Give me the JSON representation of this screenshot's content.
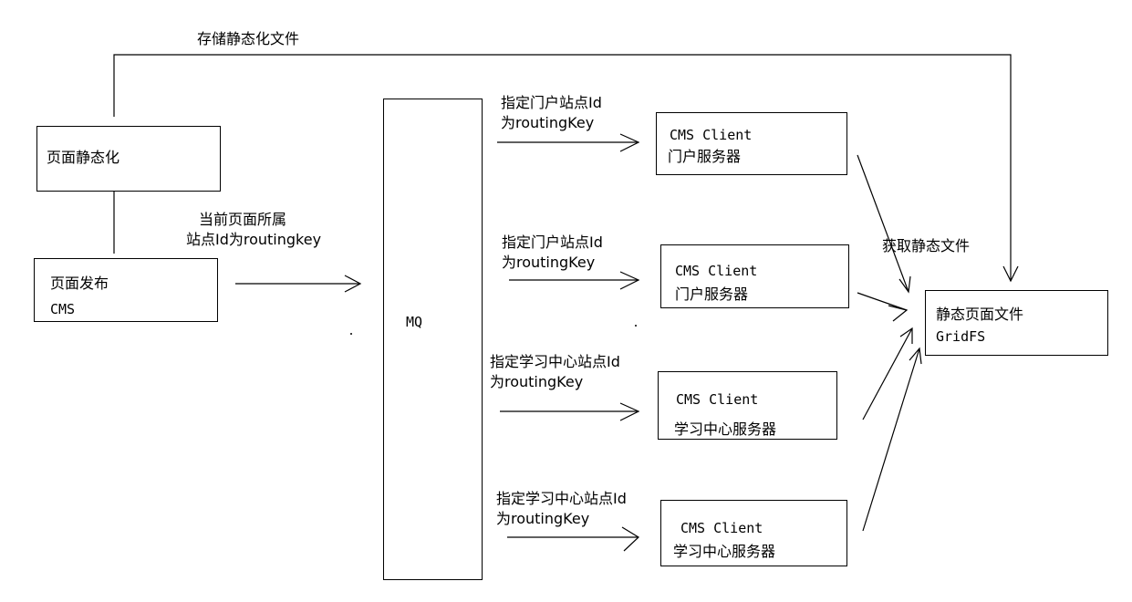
{
  "top_label": "存储静态化文件",
  "static_box": {
    "label": "页面静态化"
  },
  "publish_box": {
    "line1": "页面发布",
    "line2": "CMS"
  },
  "publish_edge_label": {
    "line1": "当前页面所属",
    "line2": "站点Id为routingkey"
  },
  "mq_box": {
    "label": "MQ"
  },
  "route_labels": [
    {
      "line1": "指定门户站点Id",
      "line2": "为routingKey"
    },
    {
      "line1": "指定门户站点Id",
      "line2": "为routingKey"
    },
    {
      "line1": "指定学习中心站点Id",
      "line2": "为routingKey"
    },
    {
      "line1": "指定学习中心站点Id",
      "line2": "为routingKey"
    }
  ],
  "clients": [
    {
      "line1": "CMS Client",
      "line2": "门户服务器"
    },
    {
      "line1": "CMS Client",
      "line2": "门户服务器"
    },
    {
      "line1": "CMS Client",
      "line2": "学习中心服务器"
    },
    {
      "line1": "CMS Client",
      "line2": "学习中心服务器"
    }
  ],
  "fetch_label": "获取静态文件",
  "storage_box": {
    "line1": "静态页面文件",
    "line2": "GridFS"
  }
}
